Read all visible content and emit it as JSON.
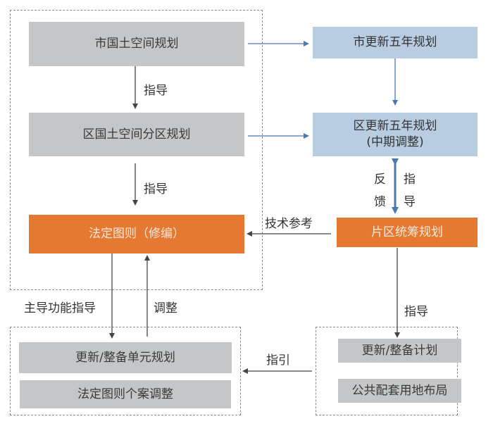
{
  "colors": {
    "gray_box": "#c4c6c8",
    "blue_box": "#b9cde2",
    "orange_box": "#e57932",
    "blue_arrow": "#4a78b0",
    "black_arrow": "#444444"
  },
  "nodes": {
    "city_land_plan": "市国土空间规划",
    "district_land_plan": "区国土空间分区规划",
    "statutory_plan": "法定图则（修编）",
    "city_renewal_plan": "市更新五年规划",
    "district_renewal_plan_line1": "区更新五年规划",
    "district_renewal_plan_line2": "(中期调整)",
    "area_coordination_plan": "片区统筹规划",
    "unit_plan": "更新/整备单元规划",
    "statutory_case_adjust": "法定图则个案调整",
    "renewal_program": "更新/整备计划",
    "public_facility_layout": "公共配套用地布局"
  },
  "edge_labels": {
    "guide_1": "指导",
    "guide_2": "指导",
    "tech_reference": "技术参考",
    "feedback_char1": "反",
    "feedback_char2": "馈",
    "guide_v_char1": "指",
    "guide_v_char2": "导",
    "dominant_function_guide": "主导功能指导",
    "adjust": "调整",
    "guide_3": "指导",
    "lead": "指引"
  }
}
